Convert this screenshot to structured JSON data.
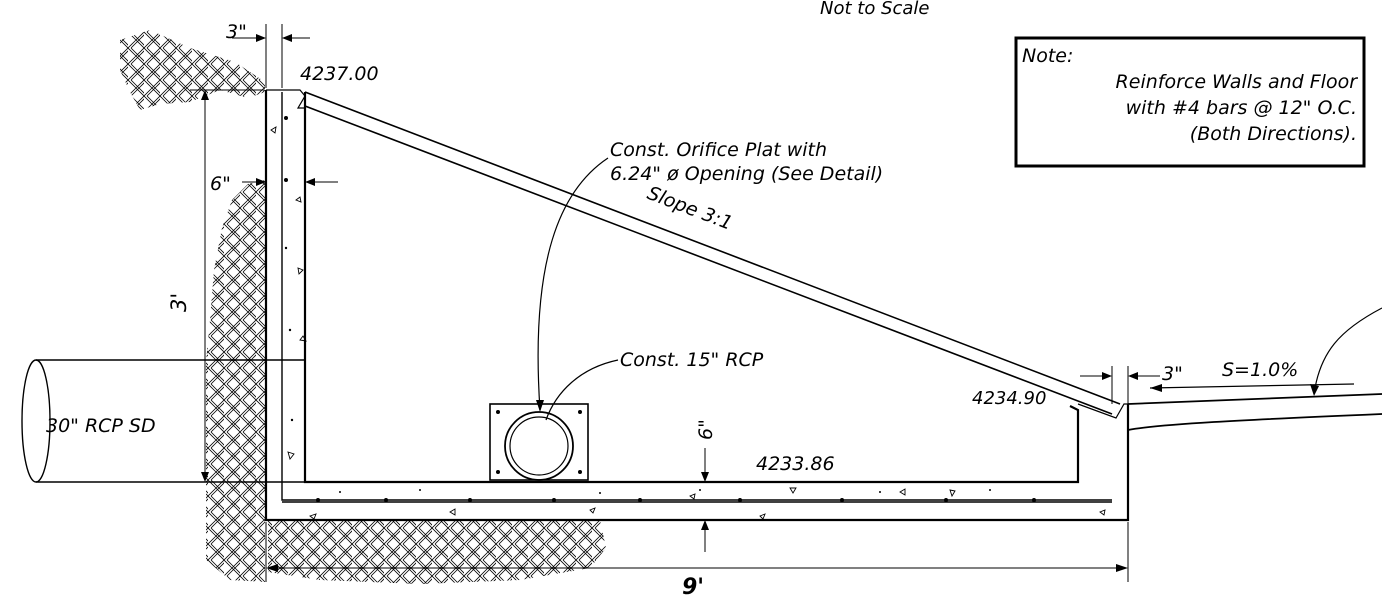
{
  "header": {
    "scale_note": "Not to Scale"
  },
  "note_box": {
    "title": "Note:",
    "lines": [
      "Reinforce Walls and Floor",
      "with #4 bars @ 12\" O.C.",
      "(Both Directions)."
    ]
  },
  "dimensions": {
    "wall_top_thickness": "3\"",
    "wall_thickness": "6\"",
    "wall_height": "3'",
    "floor_thickness": "6\"",
    "right_wall_thickness": "3\"",
    "overall_length": "9'"
  },
  "elevations": {
    "top_of_wall": "4237.00",
    "right_wall_top": "4234.90",
    "floor": "4233.86"
  },
  "labels": {
    "orifice_line1": "Const. Orifice Plat with",
    "orifice_line2": "6.24\" ø Opening (See Detail)",
    "slope": "Slope 3:1",
    "rcp_outlet": "Const. 15\" RCP",
    "rcp_inlet": "30\" RCP SD",
    "channel_slope": "S=1.0%"
  }
}
